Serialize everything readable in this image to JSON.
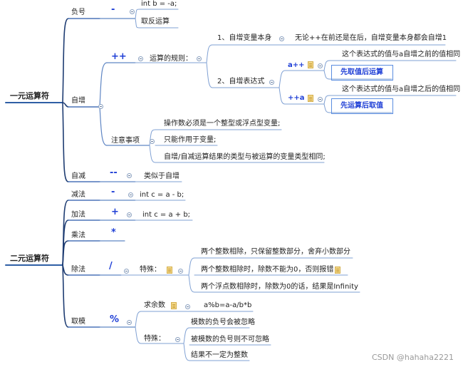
{
  "root": {
    "unary": "一元运算符",
    "binary": "二元运算符"
  },
  "unary": {
    "neg": {
      "label": "负号",
      "op": "-",
      "items": [
        "int b = -a;",
        "取反运算"
      ]
    },
    "inc": {
      "label": "自增",
      "op": "++",
      "rule_label": "运算的规则：",
      "rule_1": {
        "label": "1、自增变量本身",
        "detail": "无论++在前还是在后，自增变量本身都会自增1"
      },
      "rule_2": {
        "label": "2、自增表达式",
        "post": {
          "op": "a++",
          "desc": "这个表达式的值与a自增之前的值相同",
          "summary": "先取值后运算"
        },
        "pre": {
          "op": "++a",
          "desc": "这个表达式的值与a自增之后的值相同",
          "summary": "先运算后取值"
        }
      },
      "notes_label": "注意事项",
      "notes": [
        "操作数必须是一个整型或浮点型变量;",
        "只能作用于变量;",
        "自增/自减运算结果的类型与被运算的变量类型相同;"
      ]
    },
    "dec": {
      "label": "自减",
      "op": "--",
      "desc": "类似于自增"
    }
  },
  "binary": {
    "sub": {
      "label": "减法",
      "op": "-",
      "desc": "int  c = a - b;"
    },
    "add": {
      "label": "加法",
      "op": "+",
      "desc": "int  c = a + b;"
    },
    "mul": {
      "label": "乘法",
      "op": "*"
    },
    "div": {
      "label": "除法",
      "op": "/",
      "special_label": "特殊：",
      "items": [
        "两个整数相除，只保留整数部分，舍弃小数部分",
        "两个整数相除时，除数不能为0，否则报错",
        "两个浮点数相除时，除数为0的话，结果是Infinity"
      ]
    },
    "mod": {
      "label": "取模",
      "op": "%",
      "rem_label": "求余数",
      "rem_formula": "a%b=a-a/b*b",
      "special_label": "特殊：",
      "items": [
        "模数的负号会被忽略",
        "被模数的负号则不可忽略",
        "结果不一定为整数"
      ]
    }
  },
  "watermark": "CSDN @hahaha2221"
}
